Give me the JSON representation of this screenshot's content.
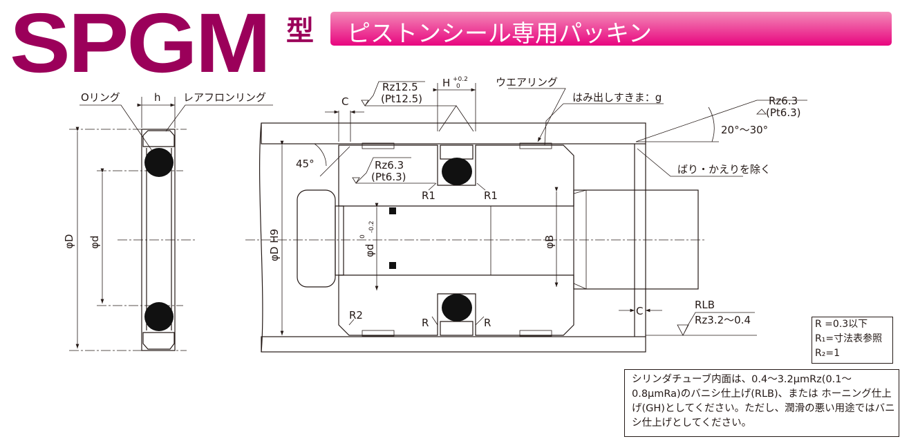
{
  "header": {
    "model": "SPGM",
    "model_suffix": "型",
    "subtitle": "ピストンシール専用パッキン"
  },
  "ring_diagram": {
    "oring_label": "Oリング",
    "h_label": "h",
    "teflon_label": "レアフロンリング",
    "outer_dia": "φD",
    "inner_dia": "φd"
  },
  "assembly": {
    "c_label": "C",
    "rz125": "Rz12.5",
    "pt125": "(Pt12.5)",
    "h_label": "H",
    "h_tol_upper": "+0.2",
    "h_tol_lower": "0",
    "wear_ring": "ウエアリング",
    "extrusion_gap": "はみ出しすきま：g",
    "rz63_right": "Rz6.3",
    "pt63_right": "(Pt6.3)",
    "angle_20_30": "20°～30°",
    "deburr": "ばり・かえりを除く",
    "angle_45": "45°",
    "rz63": "Rz6.3",
    "pt63": "(Pt6.3)",
    "r1_left": "R1",
    "r1_right": "R1",
    "dh9": "φD H9",
    "d_tol": "φd",
    "d_tol_upper": "0",
    "d_tol_lower": "-0.2",
    "phi_b": "φB",
    "r2": "R2",
    "r_left": "R",
    "r_right": "R",
    "c_bottom": "C",
    "rlb": "RLB",
    "rz32": "Rz3.2～0.4"
  },
  "r_note": [
    "R =0.3以下",
    "R₁=寸法表参照",
    "R₂=1"
  ],
  "note": "シリンダチューブ内面は、0.4～3.2μmRz(0.1～0.8μmRa)のバニシ仕上げ(RLB)、または ホーニング仕上げ(GH)としてください。ただし、潤滑の悪い用途ではバニシ仕上げとしてください。"
}
